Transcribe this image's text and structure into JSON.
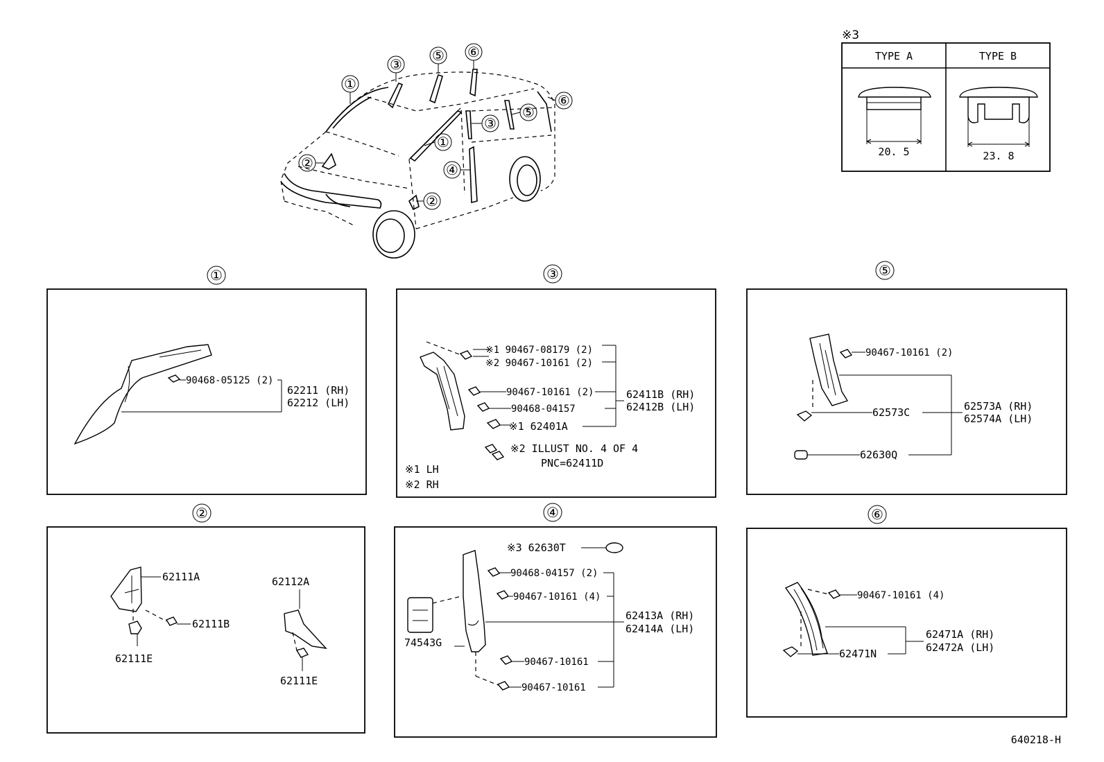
{
  "diagram_code": "640218-H",
  "type_table": {
    "note": "※3",
    "type_a": {
      "label": "TYPE  A",
      "dim": "20. 5"
    },
    "type_b": {
      "label": "TYPE  B",
      "dim": "23. 8"
    }
  },
  "overview": {
    "callouts": [
      "①",
      "②",
      "③",
      "④",
      "⑤",
      "⑥"
    ]
  },
  "sections": {
    "s1": {
      "number": "①",
      "parts": [
        "90468-05125 (2)",
        "62211 (RH)",
        "62212 (LH)"
      ]
    },
    "s2": {
      "number": "②",
      "parts": [
        "62111A",
        "62111B",
        "62111E",
        "62112A",
        "62111E"
      ]
    },
    "s3": {
      "number": "③",
      "parts": [
        "※1 90467-08179 (2)",
        "※2 90467-10161 (2)",
        "90467-10161 (2)",
        "90468-04157",
        "※1 62401A",
        "62411B (RH)",
        "62412B (LH)"
      ],
      "illust_note": "※2  ILLUST NO. 4 OF 4",
      "pnc_note": "PNC=62411D",
      "legend": [
        "※1  LH",
        "※2  RH"
      ]
    },
    "s4": {
      "number": "④",
      "parts": [
        "※3 62630T",
        "90468-04157 (2)",
        "90467-10161 (4)",
        "62413A (RH)",
        "62414A (LH)",
        "74543G",
        "90467-10161",
        "90467-10161"
      ]
    },
    "s5": {
      "number": "⑤",
      "parts": [
        "90467-10161 (2)",
        "62573C",
        "62573A (RH)",
        "62574A (LH)",
        "62630Q"
      ]
    },
    "s6": {
      "number": "⑥",
      "parts": [
        "90467-10161 (4)",
        "62471A (RH)",
        "62472A (LH)",
        "62471N"
      ]
    }
  }
}
